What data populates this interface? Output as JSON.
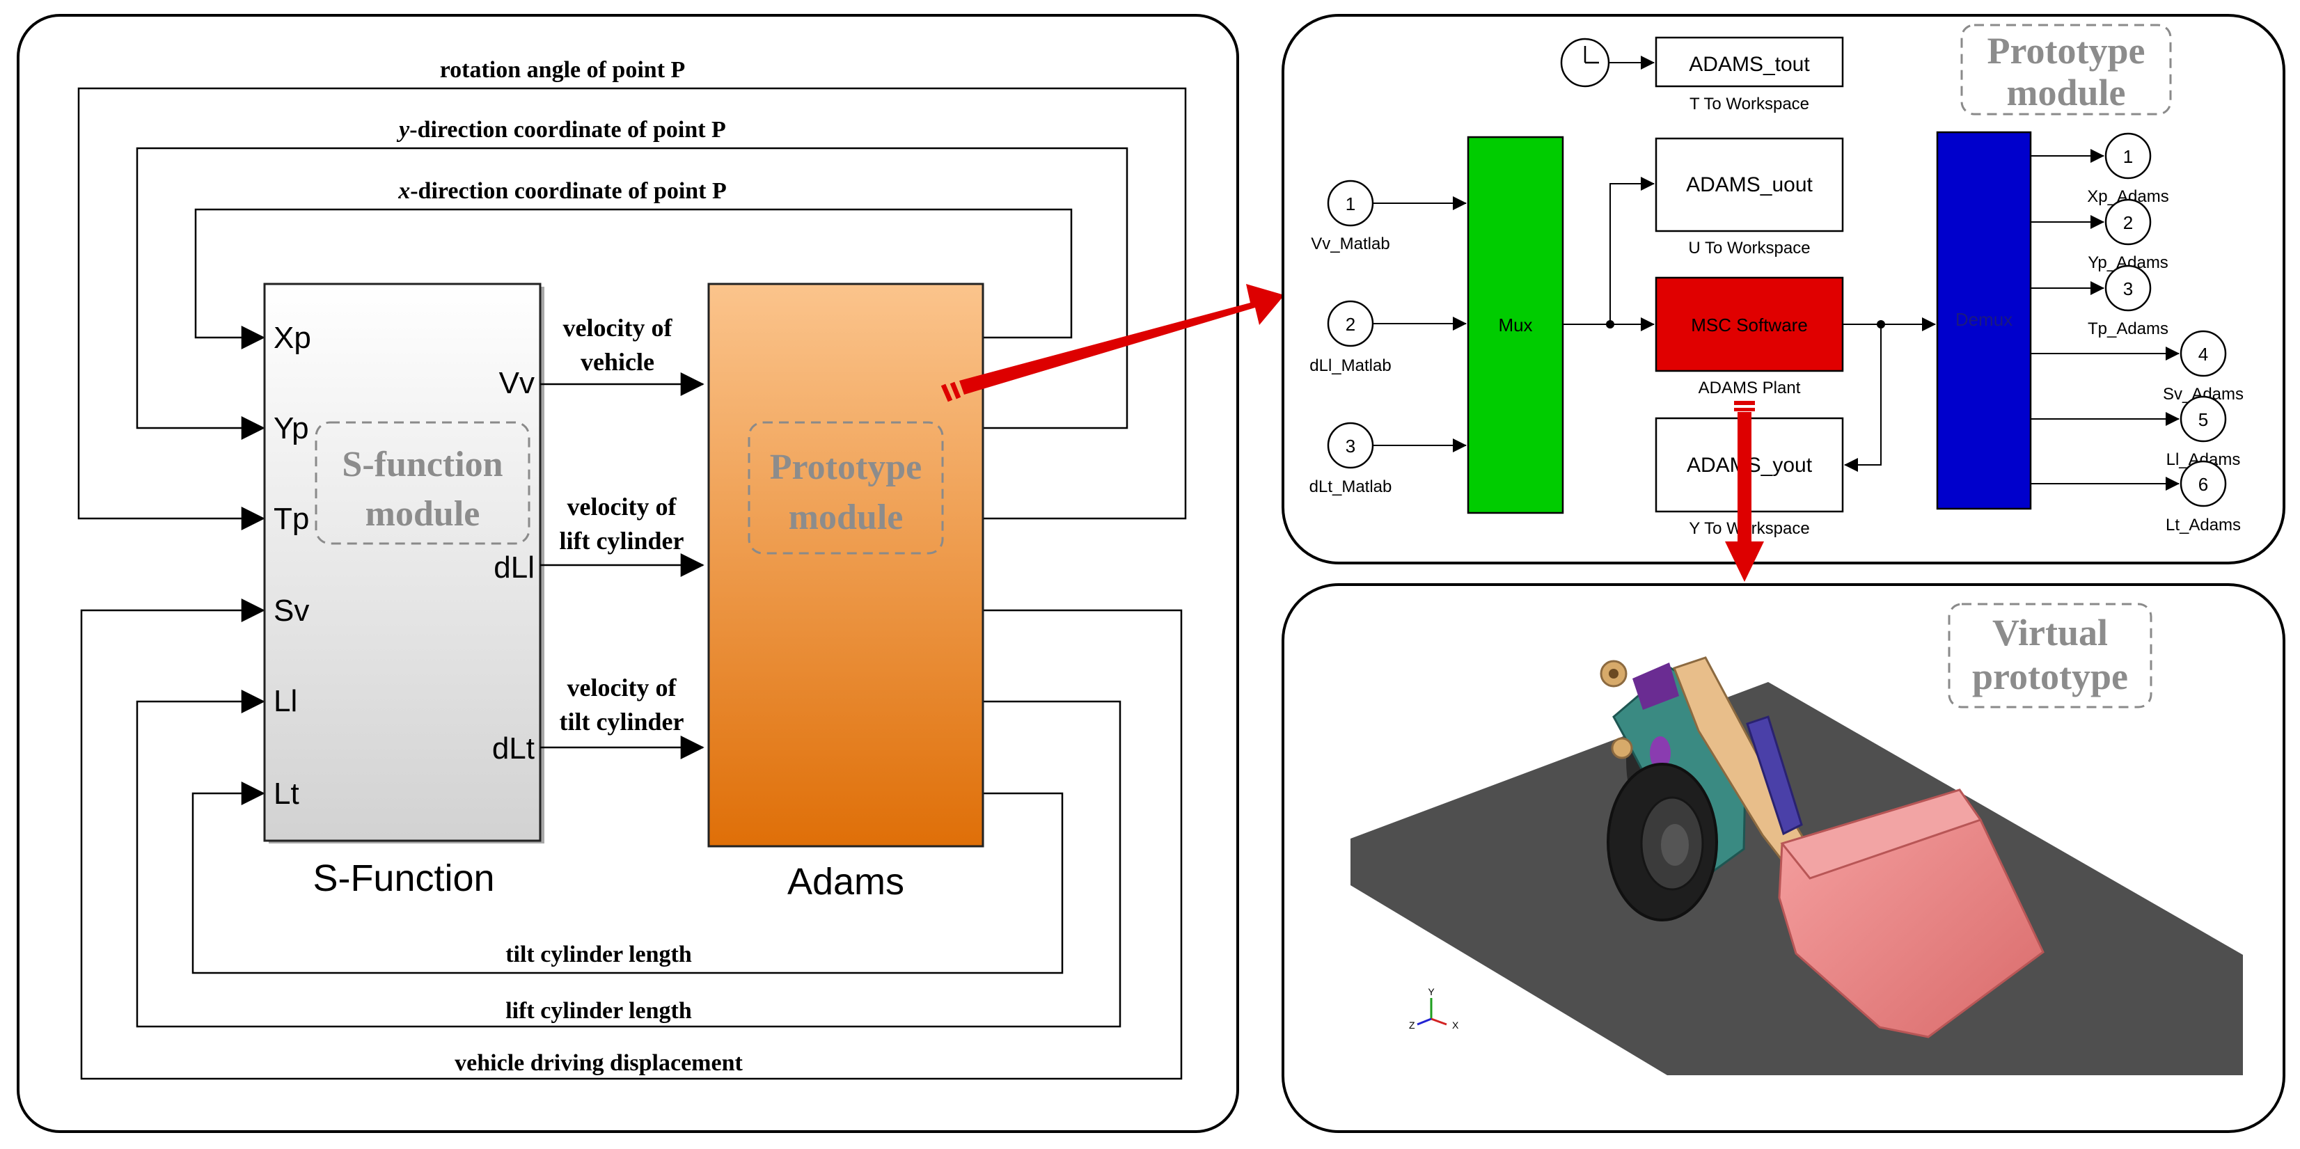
{
  "left_panel": {
    "loop_labels": {
      "rotation": "rotation angle of point P",
      "y_coord_italic": "y",
      "y_coord_rest": "-direction coordinate of point P",
      "x_coord_italic": "x",
      "x_coord_rest": "-direction coordinate of point P",
      "tilt_length": "tilt cylinder length",
      "lift_length": "lift cylinder length",
      "vehicle_disp": "vehicle driving displacement"
    },
    "sfunction": {
      "caption": "S-Function",
      "module_label_1": "S-function",
      "module_label_2": "module",
      "inputs": [
        "Xp",
        "Yp",
        "Tp",
        "Sv",
        "Ll",
        "Lt"
      ],
      "outputs": [
        "Vv",
        "dLl",
        "dLt"
      ]
    },
    "adams": {
      "caption": "Adams",
      "module_label_1": "Prototype",
      "module_label_2": "module"
    },
    "signal_labels": {
      "vv_1": "velocity of",
      "vv_2": "vehicle",
      "dll_1": "velocity of",
      "dll_2": "lift cylinder",
      "dlt_1": "velocity of",
      "dlt_2": "tilt cylinder"
    }
  },
  "top_right": {
    "title_1": "Prototype",
    "title_2": "module",
    "clock_block": "ADAMS_tout",
    "clock_caption": "T To Workspace",
    "uout_block": "ADAMS_uout",
    "uout_caption": "U To Workspace",
    "plant_block": "MSC Software",
    "plant_caption": "ADAMS Plant",
    "yout_block": "ADAMS_yout",
    "yout_caption": "Y To Workspace",
    "mux_label": "Mux",
    "demux_label": "Demux",
    "inports": [
      {
        "num": "1",
        "name": "Vv_Matlab"
      },
      {
        "num": "2",
        "name": "dLl_Matlab"
      },
      {
        "num": "3",
        "name": "dLt_Matlab"
      }
    ],
    "outports": [
      {
        "num": "1",
        "name": "Xp_Adams"
      },
      {
        "num": "2",
        "name": "Yp_Adams"
      },
      {
        "num": "3",
        "name": "Tp_Adams"
      },
      {
        "num": "4",
        "name": "Sv_Adams"
      },
      {
        "num": "5",
        "name": "Ll_Adams"
      },
      {
        "num": "6",
        "name": "Lt_Adams"
      }
    ]
  },
  "bottom_right": {
    "title_1": "Virtual",
    "title_2": "prototype",
    "axis_y": "Y",
    "axis_x": "X",
    "axis_z": "Z"
  },
  "colors": {
    "adams_top": "#FBC48C",
    "adams_bottom": "#DF6F08",
    "mux": "#00CC00",
    "demux": "#0000CC",
    "plant": "#E00000",
    "arrow": "#DD0000",
    "ground": "#4F4F4F",
    "bucket": "#F08C8C"
  }
}
